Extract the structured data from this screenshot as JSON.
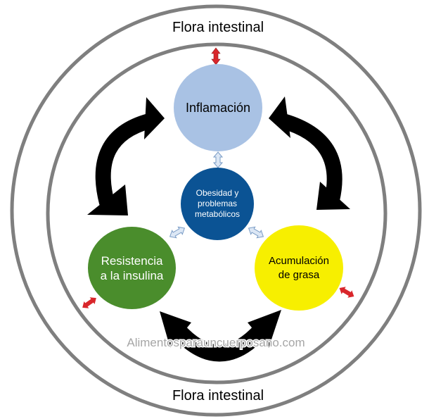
{
  "outer_label_top": "Flora intestinal",
  "outer_label_bottom": "Flora intestinal",
  "watermark": "Alimentosparauncuerposano.com",
  "nodes": {
    "inflamacion": {
      "label": "Inflamación",
      "color": "#a9c2e4"
    },
    "obesidad": {
      "label": "Obesidad y\nproblemas\nmetabólicos",
      "color": "#0b5394"
    },
    "resistencia": {
      "label": "Resistencia\na  la insulina",
      "color": "#4a8d2c"
    },
    "acumulacion": {
      "label": "Acumulación\nde grasa",
      "color": "#f7ef00"
    }
  },
  "colors": {
    "rings": "#7f7f7f",
    "cycle_arrows": "#000000",
    "gut_arrows": "#d9262b",
    "center_arrows": "#c9d9ef"
  }
}
